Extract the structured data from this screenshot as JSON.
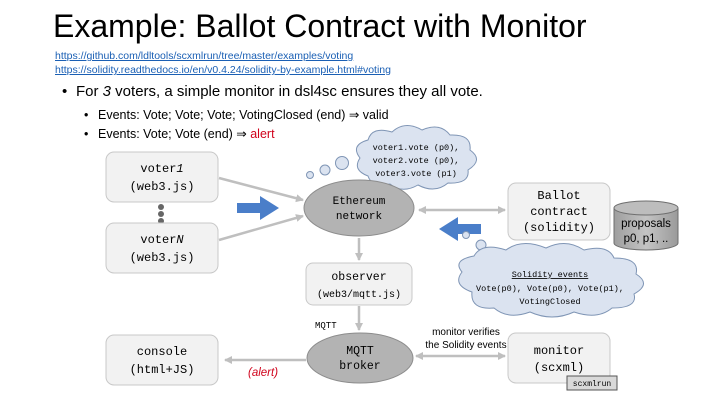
{
  "slide": {
    "title": "Example: Ballot Contract with Monitor",
    "links": [
      "https://github.com/ldltools/scxmlrun/tree/master/examples/voting",
      "https://solidity.readthedocs.io/en/v0.4.24/solidity-by-example.html#voting"
    ],
    "bullet_main": {
      "pre": "For ",
      "em": "3",
      "post": " voters, a simple monitor in dsl4sc ensures they all vote."
    },
    "bullet_sub1": "Events: Vote; Vote; Vote; VotingClosed (end) ⇒ valid",
    "bullet_sub2": {
      "text": "Events: Vote; Vote (end) ⇒ ",
      "alert": "alert"
    }
  },
  "diagram": {
    "voter1": {
      "name": "voter",
      "index": "1",
      "sub": "(web3.js)"
    },
    "voterN": {
      "name": "voter",
      "index": "N",
      "sub": "(web3.js)"
    },
    "ethereum": {
      "line1": "Ethereum",
      "line2": "network"
    },
    "ballot": {
      "line1": "Ballot",
      "line2": "contract",
      "line3": "(solidity)"
    },
    "proposals": {
      "line1": "proposals",
      "line2": "p0, p1, .."
    },
    "observer": {
      "line1": "observer",
      "line2": "(web3/mqtt.js)"
    },
    "mqtt_label": "MQTT",
    "mqtt_broker": {
      "line1": "MQTT",
      "line2": "broker"
    },
    "console": {
      "line1": "console",
      "line2": "(html+JS)"
    },
    "monitor": {
      "line1": "monitor",
      "line2": "(scxml)"
    },
    "scxmlrun_tag": "scxmlrun",
    "alert_label": "(alert)",
    "verify_note": {
      "line1": "monitor verifies",
      "line2": "the Solidity events"
    },
    "cloud_votes": [
      "voter1.vote (p0),",
      "voter2.vote (p0),",
      "voter3.vote (p1)"
    ],
    "cloud_events": {
      "title": "Solidity events",
      "line1": "Vote(p0), Vote(p0), Vote(p1),",
      "line2": "VotingClosed"
    }
  },
  "colors": {
    "node_fill": "#f2f2f2",
    "ellipse_fill": "#b3b3b3",
    "cloud_fill": "#dbe3f0",
    "arrow_gray": "#bfbfbf",
    "arrow_blue": "#4a7ec9",
    "alert_red": "#d0021b"
  }
}
